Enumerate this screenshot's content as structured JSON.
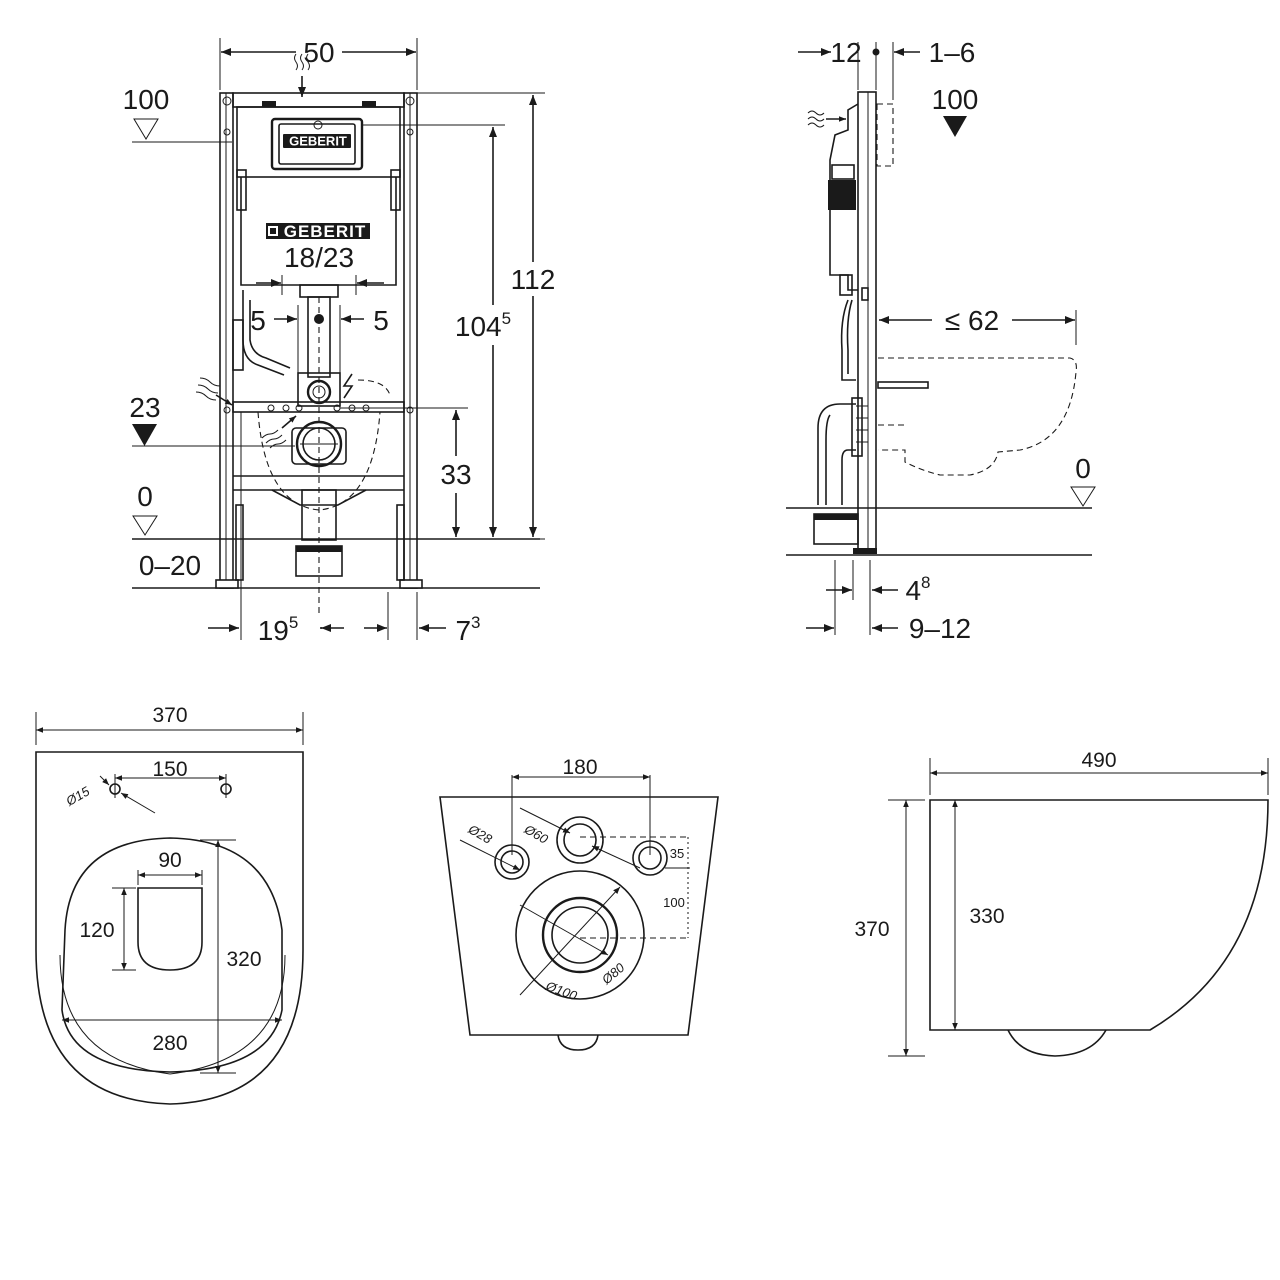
{
  "brand": {
    "name": "GEBERIT",
    "plate_label": "GEBERIT"
  },
  "front_view": {
    "frame_width": "50",
    "overall_height": "112",
    "actuator_height_base": "104",
    "actuator_height_sup": "5",
    "inlet_spacing": "18/23",
    "offset_left": "5",
    "offset_right": "5",
    "connector_height": "33",
    "level_top": "100",
    "level_mid": "23",
    "level_floor": "0",
    "floor_range": "0–20",
    "bottom_left_base": "19",
    "bottom_left_sup": "5",
    "bottom_right_base": "7",
    "bottom_right_sup": "3"
  },
  "side_view": {
    "top_left": "12",
    "top_right": "1–6",
    "level_top": "100",
    "projection": "≤ 62",
    "level_floor": "0",
    "depth_small_base": "4",
    "depth_small_sup": "8",
    "depth_range": "9–12"
  },
  "bowl_top_view": {
    "width": "370",
    "hole_spacing": "150",
    "hole_diameter": "Ø15",
    "opening_width": "90",
    "opening_depth": "120",
    "rim_depth": "320",
    "rim_width": "280"
  },
  "bowl_back_view": {
    "bolt_spacing": "180",
    "bolt_diameter": "Ø28",
    "inlet_diameter": "Ø60",
    "bolt_offset": "35",
    "outlet_offset": "100",
    "outlet_outer": "Ø100",
    "outlet_inner": "Ø80"
  },
  "bowl_side_view": {
    "length": "490",
    "height": "370",
    "inner_height": "330"
  },
  "icons": {
    "level_marker": "triangle-marker-icon",
    "water_inlet": "water-wave-icon",
    "power": "lightning-icon"
  }
}
